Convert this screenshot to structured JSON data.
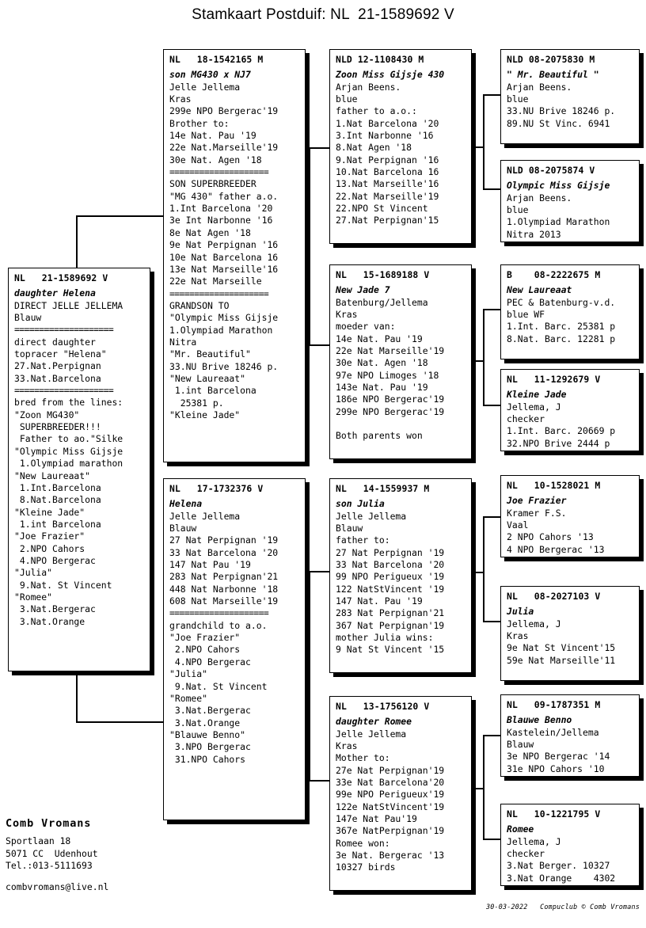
{
  "title": "Stamkaart Postduif: NL  21-1589692 V",
  "credit": "30-03-2022   Compuclub © Comb Vromans",
  "breeder": {
    "name": "Comb Vromans",
    "address": "Sportlaan 18",
    "city": "5071 CC  Udenhout",
    "phone": "Tel.:013-5111693",
    "email": "combvromans@live.nl"
  },
  "boxes": {
    "subject": {
      "ring": "NL   21-1589692 V",
      "name": "daughter Helena",
      "lines": [
        "DIRECT JELLE JELLEMA",
        "Blauw",
        "====================",
        "direct daughter",
        "topracer \"Helena\"",
        "27.Nat.Perpignan",
        "33.Nat.Barcelona",
        "====================",
        "bred from the lines:",
        "\"Zoon MG430\"",
        " SUPERBREEDER!!!",
        " Father to ao.\"Silke",
        "\"Olympic Miss Gijsje",
        " 1.Olympiad marathon",
        "\"New Laureaat\"",
        " 1.Int.Barcelona",
        " 8.Nat.Barcelona",
        "\"Kleine Jade\"",
        " 1.int Barcelona",
        "\"Joe Frazier\"",
        " 2.NPO Cahors",
        " 4.NPO Bergerac",
        "\"Julia\"",
        " 9.Nat. St Vincent",
        "\"Romee\"",
        " 3.Nat.Bergerac",
        " 3.Nat.Orange"
      ]
    },
    "sire": {
      "ring": "NL   18-1542165 M",
      "name": "son MG430 x NJ7",
      "lines": [
        "Jelle Jellema",
        "Kras",
        "299e NPO Bergerac'19",
        "Brother to:",
        "14e Nat. Pau '19",
        "22e Nat.Marseille'19",
        "30e Nat. Agen '18",
        "====================",
        "SON SUPERBREEDER",
        "\"MG 430\" father a.o.",
        "1.Int Barcelona '20",
        "3e Int Narbonne '16",
        "8e Nat Agen '18",
        "9e Nat Perpignan '16",
        "10e Nat Barcelona 16",
        "13e Nat Marseille'16",
        "22e Nat Marseille",
        "====================",
        "GRANDSON TO",
        "\"Olympic Miss Gijsje",
        "1.Olympiad Marathon",
        "Nitra",
        "\"Mr. Beautiful\"",
        "33.NU Brive 18246 p.",
        "\"New Laureaat\"",
        " 1.int Barcelona",
        "  25381 p.",
        "\"Kleine Jade\""
      ]
    },
    "dam": {
      "ring": "NL   17-1732376 V",
      "name": "Helena",
      "lines": [
        "Jelle Jellema",
        "Blauw",
        "27 Nat Perpignan '19",
        "33 Nat Barcelona '20",
        "147 Nat Pau '19",
        "283 Nat Perpignan'21",
        "448 Nat Narbonne '18",
        "608 Nat Marseille'19",
        "====================",
        "grandchild to a.o.",
        "\"Joe Frazier\"",
        " 2.NPO Cahors",
        " 4.NPO Bergerac",
        "\"Julia\"",
        " 9.Nat. St Vincent",
        "\"Romee\"",
        " 3.Nat.Bergerac",
        " 3.Nat.Orange",
        "\"Blauwe Benno\"",
        " 3.NPO Bergerac",
        " 31.NPO Cahors"
      ]
    },
    "ss": {
      "ring": "NLD 12-1108430 M",
      "name": "Zoon Miss Gijsje 430",
      "lines": [
        "Arjan Beens.",
        "blue",
        "father to a.o.:",
        "1.Nat Barcelona '20",
        "3.Int Narbonne '16",
        "8.Nat Agen '18",
        "9.Nat Perpignan '16",
        "10.Nat Barcelona 16",
        "13.Nat Marseille'16",
        "22.Nat Marseille'19",
        "22.NPO St Vincent",
        "27.Nat Perpignan'15"
      ]
    },
    "sd": {
      "ring": "NL   15-1689188 V",
      "name": "New Jade 7",
      "lines": [
        "Batenburg/Jellema",
        "Kras",
        "moeder van:",
        "14e Nat. Pau '19",
        "22e Nat Marseille'19",
        "30e Nat. Agen '18",
        "97e NPO Limoges '18",
        "143e Nat. Pau '19",
        "186e NPO Bergerac'19",
        "299e NPO Bergerac'19",
        "",
        "Both parents won"
      ]
    },
    "ds": {
      "ring": "NL   14-1559937 M",
      "name": "son Julia",
      "lines": [
        "Jelle Jellema",
        "Blauw",
        "father to:",
        "27 Nat Perpignan '19",
        "33 Nat Barcelona '20",
        "99 NPO Perigueux '19",
        "122 NatStVincent '19",
        "147 Nat. Pau '19",
        "283 Nat Perpignan'21",
        "367 Nat Perpignan'19",
        "mother Julia wins:",
        "9 Nat St Vincent '15"
      ]
    },
    "dd": {
      "ring": "NL   13-1756120 V",
      "name": "daughter Romee",
      "lines": [
        "Jelle Jellema",
        "Kras",
        "Mother to:",
        "27e Nat Perpignan'19",
        "33e Nat Barcelona'20",
        "99e NPO Perigueux'19",
        "122e NatStVincent'19",
        "147e Nat Pau'19",
        "367e NatPerpignan'19",
        "Romee won:",
        "3e Nat. Bergerac '13",
        "10327 birds"
      ]
    },
    "sss": {
      "ring": "NLD 08-2075830 M",
      "name": "\" Mr. Beautiful \"",
      "lines": [
        "Arjan Beens.",
        "blue",
        "33.NU Brive 18246 p.",
        "89.NU St Vinc. 6941"
      ]
    },
    "ssd": {
      "ring": "NLD 08-2075874 V",
      "name": "Olympic Miss Gijsje",
      "lines": [
        "Arjan Beens.",
        "blue",
        "1.Olympiad Marathon",
        "Nitra 2013"
      ]
    },
    "sds": {
      "ring": "B    08-2222675 M",
      "name": "New Laureaat",
      "lines": [
        "PEC & Batenburg-v.d.",
        "blue WF",
        "1.Int. Barc. 25381 p",
        "8.Nat. Barc. 12281 p"
      ]
    },
    "sdd": {
      "ring": "NL   11-1292679 V",
      "name": "Kleine Jade",
      "lines": [
        "Jellema, J",
        "checker",
        "1.Int. Barc. 20669 p",
        "32.NPO Brive 2444 p"
      ]
    },
    "dss": {
      "ring": "NL   10-1528021 M",
      "name": "Joe Frazier",
      "lines": [
        "Kramer F.S.",
        "Vaal",
        "2 NPO Cahors '13",
        "4 NPO Bergerac '13"
      ]
    },
    "dsd": {
      "ring": "NL   08-2027103 V",
      "name": "Julia",
      "lines": [
        "Jellema, J",
        "Kras",
        "9e Nat St Vincent'15",
        "59e Nat Marseille'11"
      ]
    },
    "dds": {
      "ring": "NL   09-1787351 M",
      "name": "Blauwe Benno",
      "lines": [
        "Kastelein/Jellema",
        "Blauw",
        "3e NPO Bergerac '14",
        "31e NPO Cahors '10"
      ]
    },
    "ddd": {
      "ring": "NL   10-1221795 V",
      "name": "Romee",
      "lines": [
        "Jellema, J",
        "checker",
        "3.Nat Berger. 10327",
        "3.Nat Orange    4302"
      ]
    }
  }
}
